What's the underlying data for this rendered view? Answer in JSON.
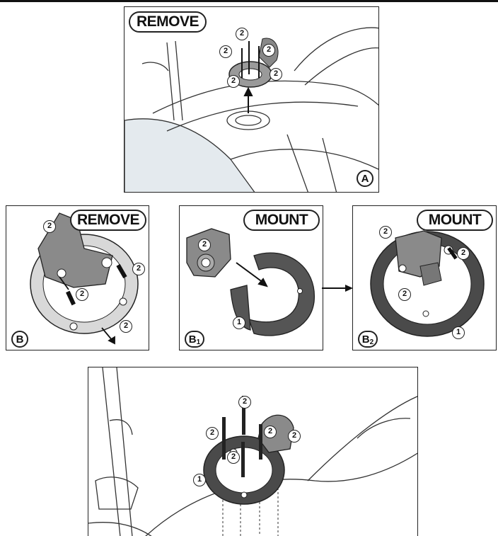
{
  "labels": {
    "remove": "REMOVE",
    "mount": "MOUNT",
    "part_one": "1",
    "part_two": "2"
  },
  "panels": {
    "a": {
      "id": "A",
      "action": "REMOVE"
    },
    "b": {
      "id": "B",
      "action": "REMOVE"
    },
    "b1": {
      "id": "B",
      "sub": "1",
      "action": "MOUNT"
    },
    "b2": {
      "id": "B",
      "sub": "2",
      "action": "MOUNT"
    }
  },
  "colors": {
    "line": "#222222",
    "ring": "#555555",
    "part": "#8a8a8a",
    "screen": "#e4eaee"
  }
}
